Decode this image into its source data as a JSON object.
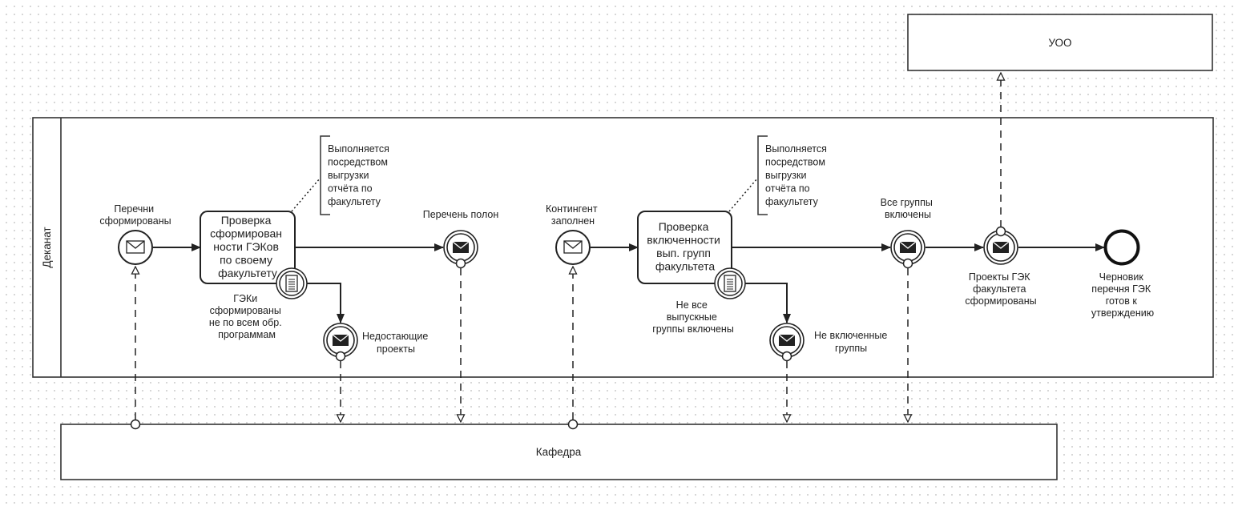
{
  "pools": {
    "uoo": "УОО",
    "dekanat": "Деканат",
    "kafedra": "Кафедра"
  },
  "events": {
    "perechni": [
      "Перечни",
      "сформированы"
    ],
    "perechen_polon": [
      "Перечень полон"
    ],
    "nedostayushchie": [
      "Недостающие",
      "проекты"
    ],
    "kontingent": [
      "Контингент",
      "заполнен"
    ],
    "vse_gruppy": [
      "Все группы",
      "включены"
    ],
    "ne_vklyuchennye": [
      "Не включенные",
      "группы"
    ],
    "proekty_gek": [
      "Проекты ГЭК",
      "факультета",
      "сформированы"
    ],
    "chernovik": [
      "Черновик",
      "перечня ГЭК",
      "готов к",
      "утверждению"
    ]
  },
  "tasks": {
    "proverka1": [
      "Проверка",
      "сформирован",
      "ности ГЭКов",
      "по своему",
      "факультету"
    ],
    "proverka2": [
      "Проверка",
      "включенности",
      "вып. групп",
      "факультета"
    ]
  },
  "boundary_labels": {
    "gek": [
      "ГЭКи",
      "сформированы",
      "не по всем обр.",
      "программам"
    ],
    "ne_vse": [
      "Не все",
      "выпускные",
      "группы включены"
    ]
  },
  "annotations": {
    "a1": [
      "Выполняется",
      "посредством",
      "выгрузки",
      "отчёта по",
      "факультету"
    ],
    "a2": [
      "Выполняется",
      "посредством",
      "выгрузки",
      "отчёта по",
      "факультету"
    ]
  },
  "colors": {
    "stroke": "#222222",
    "fill": "#ffffff",
    "grid_dot": "#d4d4d4"
  },
  "icons": {
    "message": "envelope-icon",
    "document": "document-icon"
  }
}
